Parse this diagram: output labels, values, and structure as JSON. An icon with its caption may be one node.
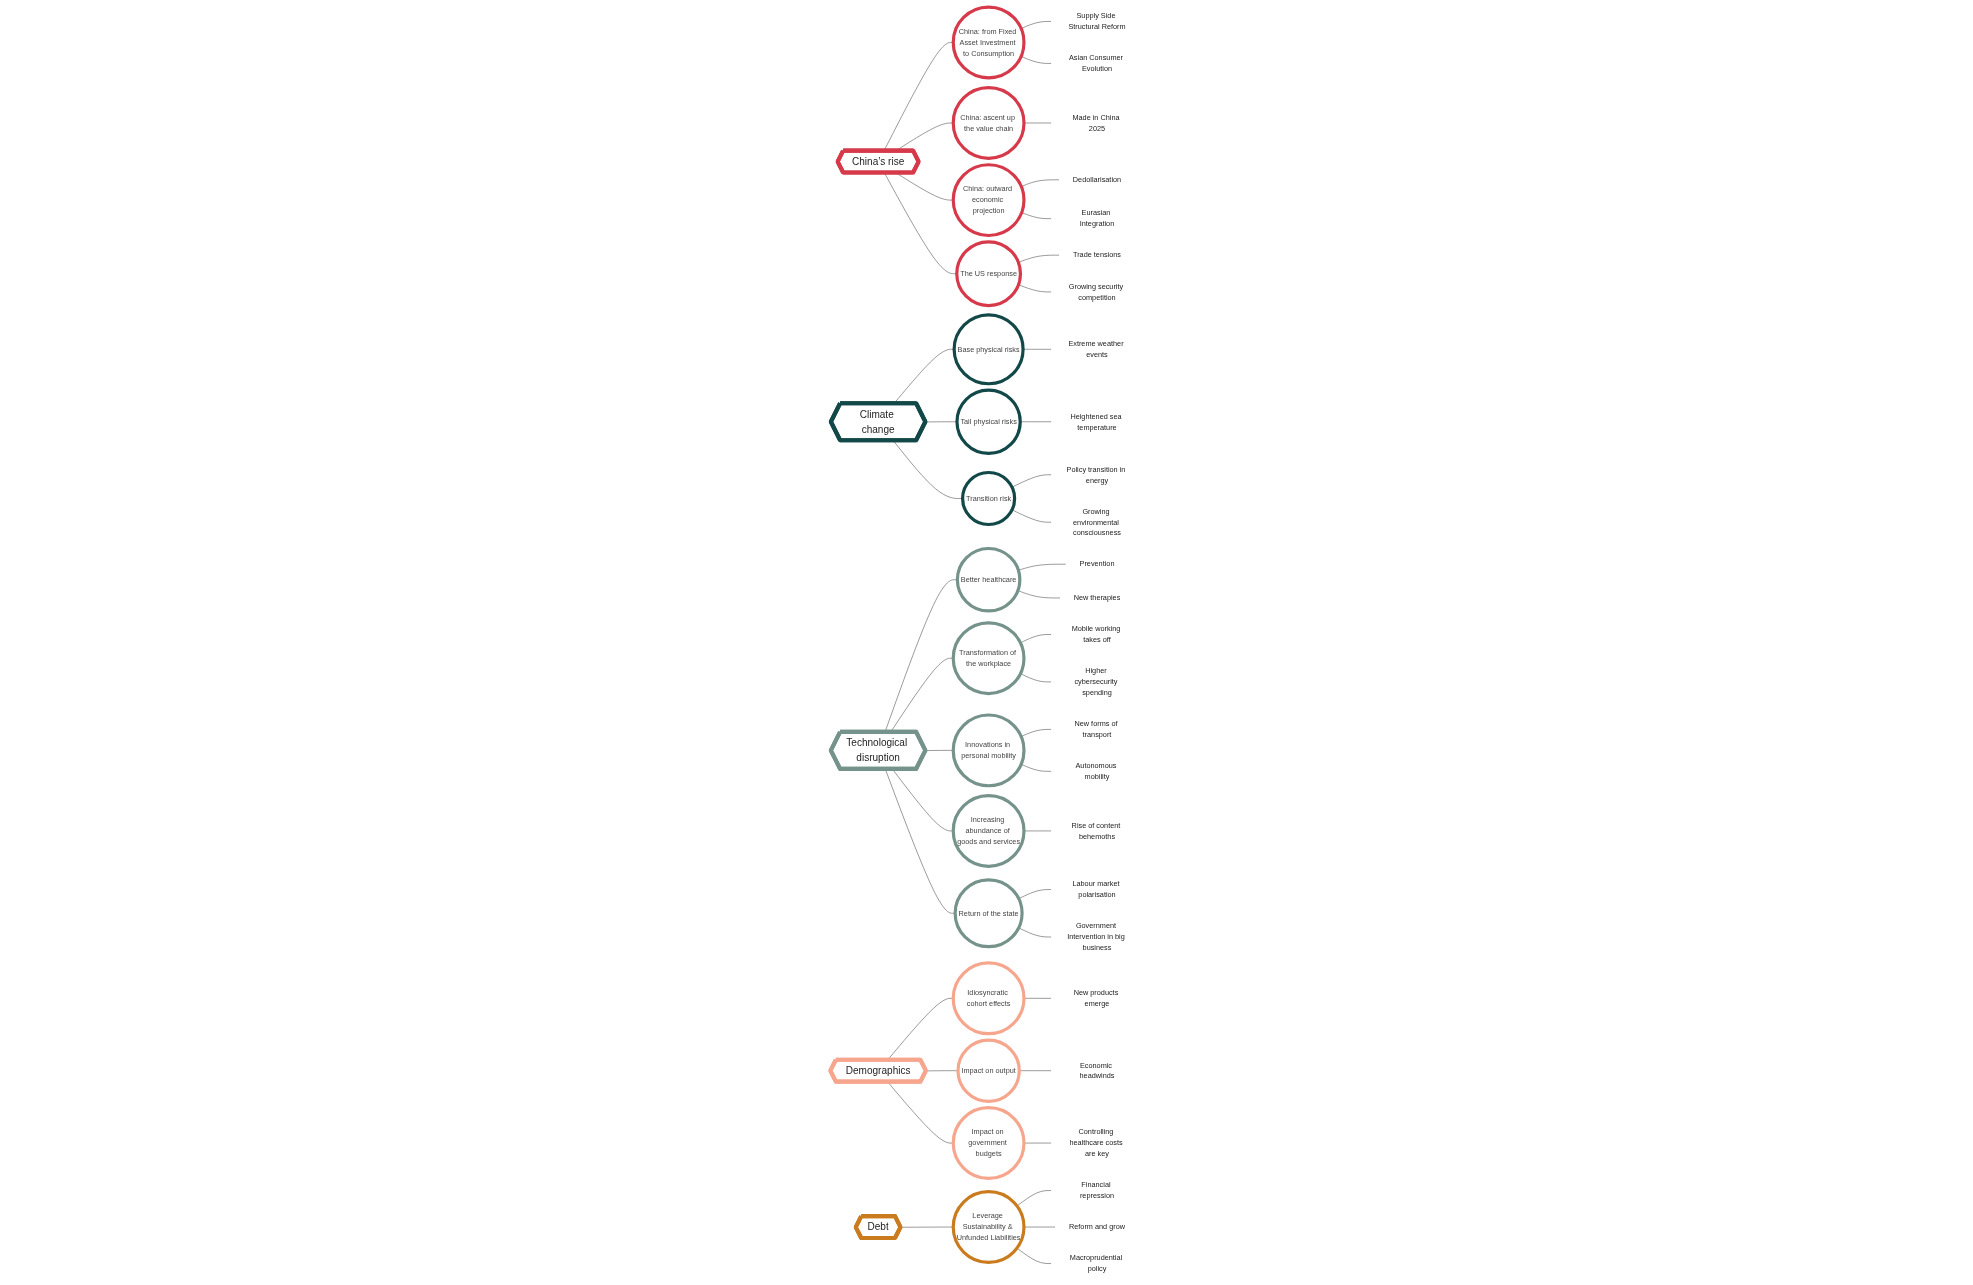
{
  "diagram": {
    "nodes": [
      {
        "text": [
          "China’s rise"
        ]
      },
      {
        "text": [
          "China: from Fixed Asset Investment to Consumption"
        ]
      },
      {
        "text": [
          "Supply Side Structural Reform"
        ]
      },
      {
        "text": [
          "Asian Consumer Evolution"
        ]
      },
      {
        "text": [
          "China: ascent up the value chain"
        ]
      },
      {
        "text": [
          "Made in China 2025"
        ]
      },
      {
        "text": [
          "China: outward economic projection"
        ]
      },
      {
        "text": [
          "Dedollarisation"
        ]
      },
      {
        "text": [
          "Eurasian Integration"
        ]
      },
      {
        "text": [
          "The US response"
        ]
      },
      {
        "text": [
          "Trade tensions"
        ]
      },
      {
        "text": [
          "Growing security competition"
        ]
      },
      {
        "text": [
          "Climate change"
        ]
      },
      {
        "text": [
          "Base physical risks"
        ]
      },
      {
        "text": [
          "Extreme weather events"
        ]
      },
      {
        "text": [
          "Tail physical risks"
        ]
      },
      {
        "text": [
          "Heightened sea temperature"
        ]
      },
      {
        "text": [
          "Transition risk"
        ]
      },
      {
        "text": [
          "Policy transition in energy"
        ]
      },
      {
        "text": [
          "Growing environmental consciousness"
        ]
      },
      {
        "text": [
          "Technological disruption"
        ]
      },
      {
        "text": [
          "Better healthcare"
        ]
      },
      {
        "text": [
          "Prevention"
        ]
      },
      {
        "text": [
          "New therapies"
        ]
      },
      {
        "text": [
          "Transformation of the workplace"
        ]
      },
      {
        "text": [
          "Mobile working takes off"
        ]
      },
      {
        "text": [
          "Higher cybersecurity spending"
        ]
      },
      {
        "text": [
          "Innovations in personal mobility"
        ]
      },
      {
        "text": [
          "New forms of transport"
        ]
      },
      {
        "text": [
          "Autonomous mobility"
        ]
      },
      {
        "text": [
          "Increasing abundance of goods and services"
        ]
      },
      {
        "text": [
          "Rise of content behemoths"
        ]
      },
      {
        "text": [
          "Return of the state"
        ]
      },
      {
        "text": [
          "Labour market polarisation"
        ]
      },
      {
        "text": [
          "Government Intervention in big business"
        ]
      },
      {
        "text": [
          "Demographics"
        ]
      },
      {
        "text": [
          "Idiosyncratic cohort effects"
        ]
      },
      {
        "text": [
          "New products emerge"
        ]
      },
      {
        "text": [
          "Impact on output"
        ]
      },
      {
        "text": [
          "Economic headwinds"
        ]
      },
      {
        "text": [
          "Impact on government budgets"
        ]
      },
      {
        "text": [
          "Controlling healthcare costs are key"
        ]
      },
      {
        "text": [
          "Debt"
        ]
      },
      {
        "text": [
          "Leverage Sustainability & Unfunded Liabilities"
        ]
      },
      {
        "text": [
          "Financial repression"
        ]
      },
      {
        "text": [
          "Reform and grow"
        ]
      },
      {
        "text": [
          "Macroprudential policy"
        ]
      }
    ],
    "edges": [
      {
        "from": 0,
        "to": 1,
        "arrow": "none"
      },
      {
        "from": 1,
        "to": 2,
        "arrow": "none"
      },
      {
        "from": 1,
        "to": 3,
        "arrow": "none"
      },
      {
        "from": 0,
        "to": 4,
        "arrow": "none"
      },
      {
        "from": 4,
        "to": 5,
        "arrow": "none"
      },
      {
        "from": 0,
        "to": 6,
        "arrow": "none"
      },
      {
        "from": 6,
        "to": 7,
        "arrow": "none"
      },
      {
        "from": 6,
        "to": 8,
        "arrow": "none"
      },
      {
        "from": 0,
        "to": 9,
        "arrow": "none"
      },
      {
        "from": 9,
        "to": 10,
        "arrow": "none"
      },
      {
        "from": 9,
        "to": 11,
        "arrow": "none"
      },
      {
        "from": 12,
        "to": 13,
        "arrow": "none"
      },
      {
        "from": 13,
        "to": 14,
        "arrow": "none"
      },
      {
        "from": 12,
        "to": 15,
        "arrow": "none"
      },
      {
        "from": 15,
        "to": 16,
        "arrow": "none"
      },
      {
        "from": 12,
        "to": 17,
        "arrow": "none"
      },
      {
        "from": 17,
        "to": 18,
        "arrow": "none"
      },
      {
        "from": 17,
        "to": 19,
        "arrow": "none"
      },
      {
        "from": 20,
        "to": 21,
        "arrow": "none"
      },
      {
        "from": 21,
        "to": 22,
        "arrow": "none"
      },
      {
        "from": 21,
        "to": 23,
        "arrow": "none"
      },
      {
        "from": 20,
        "to": 24,
        "arrow": "none"
      },
      {
        "from": 24,
        "to": 25,
        "arrow": "none"
      },
      {
        "from": 24,
        "to": 26,
        "arrow": "none"
      },
      {
        "from": 20,
        "to": 27,
        "arrow": "none"
      },
      {
        "from": 27,
        "to": 28,
        "arrow": "none"
      },
      {
        "from": 27,
        "to": 29,
        "arrow": "none"
      },
      {
        "from": 20,
        "to": 30,
        "arrow": "none"
      },
      {
        "from": 30,
        "to": 31,
        "arrow": "none"
      },
      {
        "from": 20,
        "to": 32,
        "arrow": "none"
      },
      {
        "from": 32,
        "to": 33,
        "arrow": "none"
      },
      {
        "from": 32,
        "to": 34,
        "arrow": "none"
      },
      {
        "from": 35,
        "to": 36,
        "arrow": "none"
      },
      {
        "from": 36,
        "to": 37,
        "arrow": "none"
      },
      {
        "from": 35,
        "to": 38,
        "arrow": "none"
      },
      {
        "from": 38,
        "to": 39,
        "arrow": "none"
      },
      {
        "from": 35,
        "to": 40,
        "arrow": "none"
      },
      {
        "from": 40,
        "to": 41,
        "arrow": "none"
      },
      {
        "from": 42,
        "to": 43,
        "arrow": "none"
      },
      {
        "from": 43,
        "to": 44,
        "arrow": "none"
      },
      {
        "from": 43,
        "to": 45,
        "arrow": "none"
      },
      {
        "from": 43,
        "to": 46,
        "arrow": "none"
      }
    ]
  }
}
